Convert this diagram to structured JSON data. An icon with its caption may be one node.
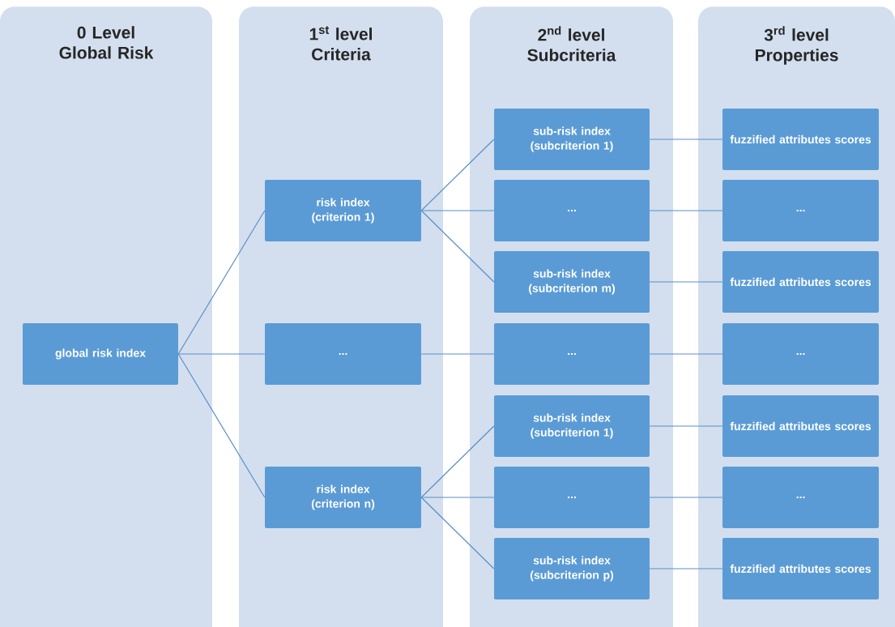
{
  "diagram": {
    "nodes": [
      {
        "text": [
          "0 Level Global Risk"
        ]
      },
      {
        "text": [
          "1$^{st}$ level Criteria"
        ]
      },
      {
        "text": [
          "2$^{nd}$ level Subcriteria"
        ]
      },
      {
        "text": [
          "3$^{rd}$ level Properties"
        ]
      },
      {
        "text": [
          "global risk index"
        ],
        "in": 0
      },
      {
        "text": [
          "risk index (criterion 1)"
        ],
        "in": 1
      },
      {
        "text": [
          "..."
        ],
        "in": 1
      },
      {
        "text": [
          "risk index (criterion n)"
        ],
        "in": 1
      },
      {
        "text": [
          "sub-risk index (subcriterion 1)"
        ],
        "in": 2
      },
      {
        "text": [
          "..."
        ],
        "in": 2
      },
      {
        "text": [
          "sub-risk index (subcriterion m)"
        ],
        "in": 2
      },
      {
        "text": [
          "..."
        ],
        "in": 2
      },
      {
        "text": [
          "sub-risk index (subcriterion 1)"
        ],
        "in": 2
      },
      {
        "text": [
          "..."
        ],
        "in": 2
      },
      {
        "text": [
          "sub-risk index (subcriterion p)"
        ],
        "in": 2
      },
      {
        "text": [
          "fuzzified attributes scores"
        ],
        "in": 3
      },
      {
        "text": [
          "..."
        ],
        "in": 3
      },
      {
        "text": [
          "fuzzified attributes scores"
        ],
        "in": 3
      },
      {
        "text": [
          "..."
        ],
        "in": 3
      },
      {
        "text": [
          "fuzzified attributes scores"
        ],
        "in": 3
      },
      {
        "text": [
          "..."
        ],
        "in": 3
      },
      {
        "text": [
          "fuzzified attributes scores"
        ],
        "in": 3
      }
    ],
    "edges": [
      {
        "from": 4,
        "to": 5,
        "arrow": "none"
      },
      {
        "from": 4,
        "to": 6,
        "arrow": "none"
      },
      {
        "from": 4,
        "to": 7,
        "arrow": "none"
      },
      {
        "from": 5,
        "to": 8,
        "arrow": "none"
      },
      {
        "from": 5,
        "to": 9,
        "arrow": "none"
      },
      {
        "from": 5,
        "to": 10,
        "arrow": "none"
      },
      {
        "from": 6,
        "to": 11,
        "arrow": "none"
      },
      {
        "from": 7,
        "to": 12,
        "arrow": "none"
      },
      {
        "from": 7,
        "to": 13,
        "arrow": "none"
      },
      {
        "from": 7,
        "to": 14,
        "arrow": "none"
      },
      {
        "from": 8,
        "to": 15,
        "arrow": "none"
      },
      {
        "from": 9,
        "to": 16,
        "arrow": "none"
      },
      {
        "from": 10,
        "to": 17,
        "arrow": "none"
      },
      {
        "from": 11,
        "to": 18,
        "arrow": "none"
      },
      {
        "from": 12,
        "to": 19,
        "arrow": "none"
      },
      {
        "from": 13,
        "to": 20,
        "arrow": "none"
      },
      {
        "from": 14,
        "to": 21,
        "arrow": "none"
      }
    ]
  }
}
